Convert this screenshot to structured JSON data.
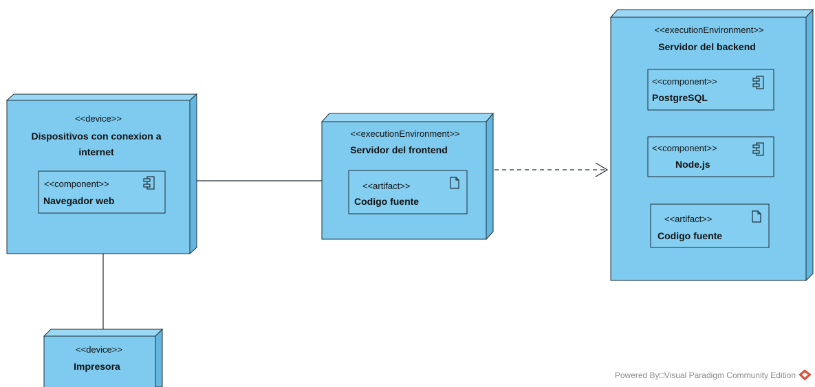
{
  "nodes": {
    "dispositivos": {
      "stereotype": "<<device>>",
      "name_line1": "Dispositivos con conexion a",
      "name_line2": "internet",
      "component": {
        "stereotype": "<<component>>",
        "name": "Navegador web"
      }
    },
    "frontend": {
      "stereotype": "<<executionEnvironment>>",
      "name": "Servidor del frontend",
      "artifact": {
        "stereotype": "<<artifact>>",
        "name": "Codigo fuente"
      }
    },
    "backend": {
      "stereotype": "<<executionEnvironment>>",
      "name": "Servidor del backend",
      "component1": {
        "stereotype": "<<component>>",
        "name": "PostgreSQL"
      },
      "component2": {
        "stereotype": "<<component>>",
        "name": "Node.js"
      },
      "artifact": {
        "stereotype": "<<artifact>>",
        "name": "Codigo fuente"
      }
    },
    "impresora": {
      "stereotype": "<<device>>",
      "name": "Impresora"
    }
  },
  "footer": {
    "text": "Powered By□Visual Paradigm Community Edition"
  },
  "colors": {
    "node_fill": "#7fcbef",
    "node_side": "#63b6e0",
    "node_top": "#9ad8f4",
    "stroke": "#1f2d36",
    "logo": "#e8543a"
  }
}
